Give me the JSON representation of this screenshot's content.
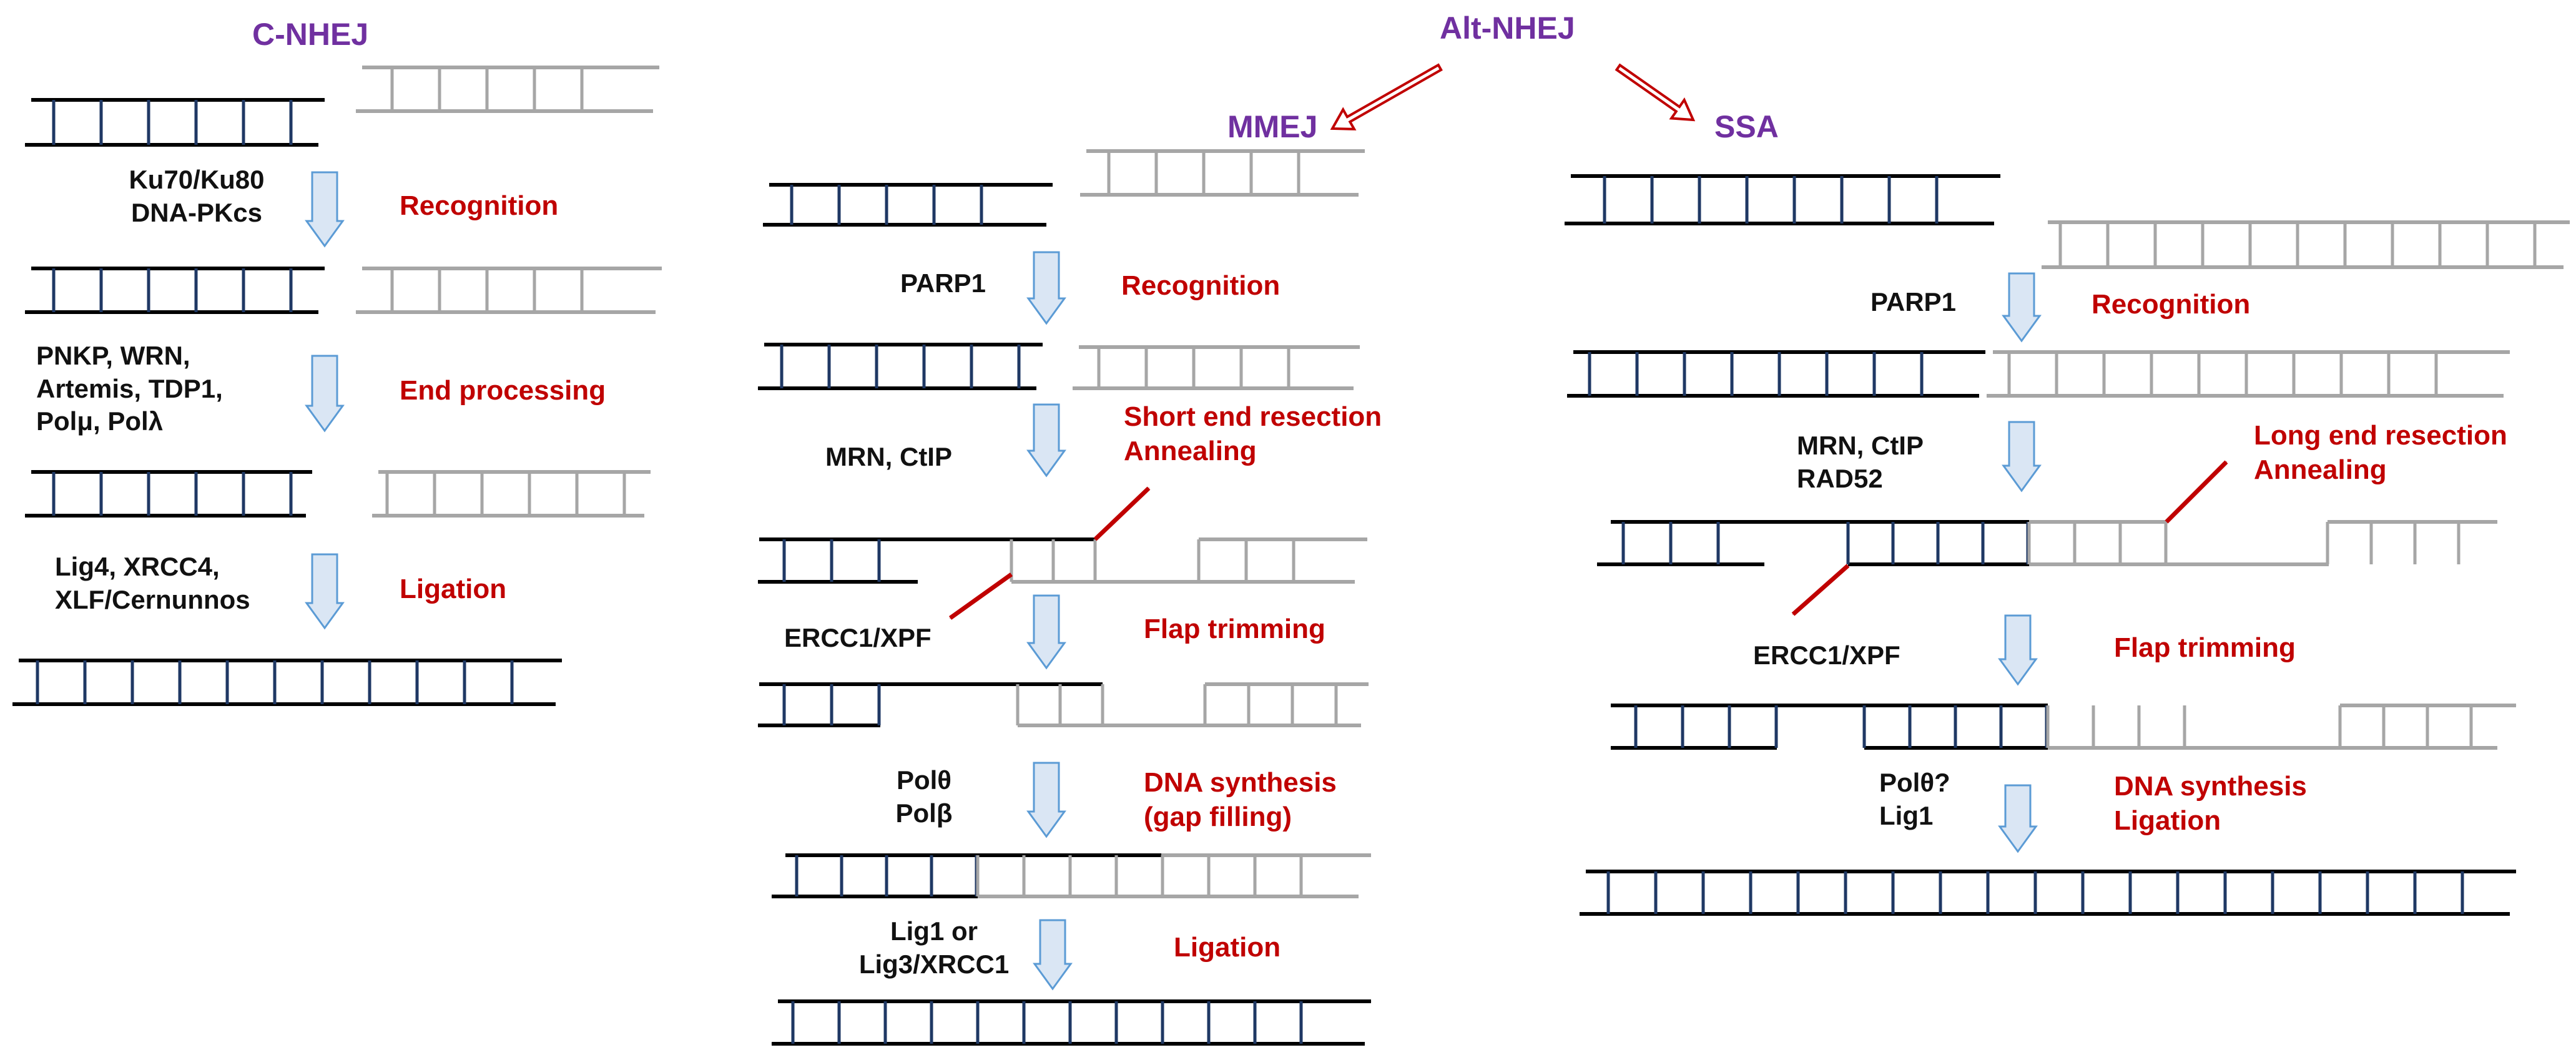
{
  "colors": {
    "header": "#7030a0",
    "step": "#c00000",
    "enzyme": "#111111",
    "dark_strand": "#000000",
    "dark_rung": "#1f3864",
    "light_strand": "#a6a6a6",
    "down_arrow_fill": "#dae6f4",
    "down_arrow_stroke": "#5b9bd5",
    "red_arrow": "#c00000"
  },
  "headers": {
    "cnhej": "C-NHEJ",
    "altnhej": "Alt-NHEJ",
    "mmej": "MMEJ",
    "ssa": "SSA"
  },
  "cnhej": {
    "enzymes": {
      "ku": "Ku70/Ku80\nDNA-PKcs",
      "pnkp": "PNKP, WRN,\nArtemis, TDP1,\nPolμ, Polλ",
      "lig4": "Lig4, XRCC4,\nXLF/Cernunnos"
    },
    "steps": {
      "recognition": "Recognition",
      "end_processing": "End processing",
      "ligation": "Ligation"
    }
  },
  "mmej": {
    "enzymes": {
      "parp1": "PARP1",
      "mrn": "MRN, CtIP",
      "ercc1": "ERCC1/XPF",
      "pol": "Polθ\nPolβ",
      "lig": "Lig1 or\nLig3/XRCC1"
    },
    "steps": {
      "recognition": "Recognition",
      "resection": "Short end resection\nAnnealing",
      "flap": "Flap trimming",
      "synthesis": "DNA synthesis\n(gap filling)",
      "ligation": "Ligation"
    }
  },
  "ssa": {
    "enzymes": {
      "parp1": "PARP1",
      "mrn": "MRN, CtIP\nRAD52",
      "ercc1": "ERCC1/XPF",
      "pol": "Polθ?\nLig1"
    },
    "steps": {
      "recognition": "Recognition",
      "resection": "Long end resection\nAnnealing",
      "flap": "Flap trimming",
      "synthesis": "DNA synthesis\nLigation"
    }
  }
}
